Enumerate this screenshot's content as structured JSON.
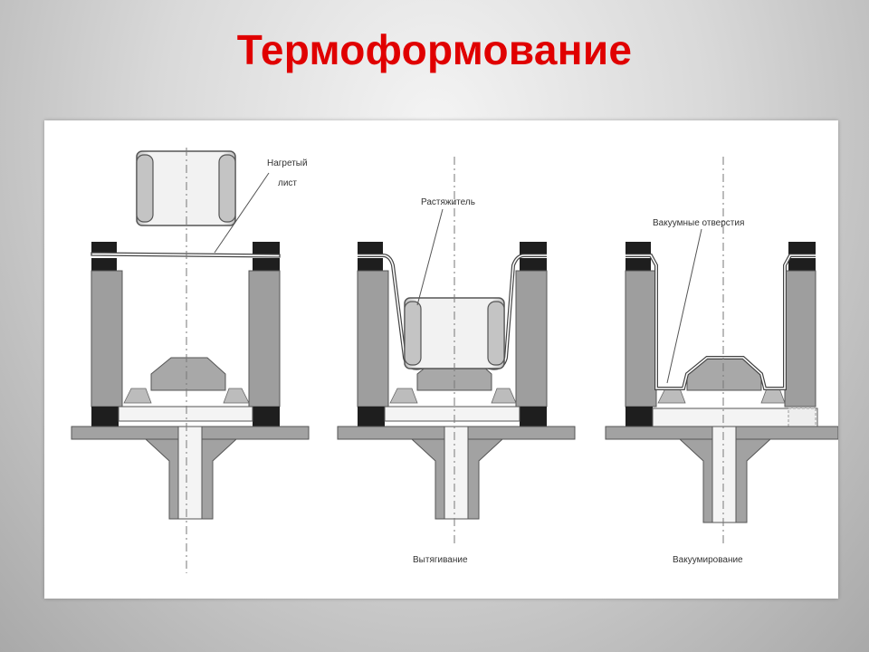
{
  "slide": {
    "title": "Термоформование"
  },
  "diagram": {
    "labels": {
      "heated_sheet_line1": "Нагретый",
      "heated_sheet_line2": "лист",
      "plug_assist": "Растяжитель",
      "vacuum_holes": "Вакуумные отверстия",
      "stage_stretching": "Вытягивание",
      "stage_vacuum": "Вакуумирование"
    }
  }
}
